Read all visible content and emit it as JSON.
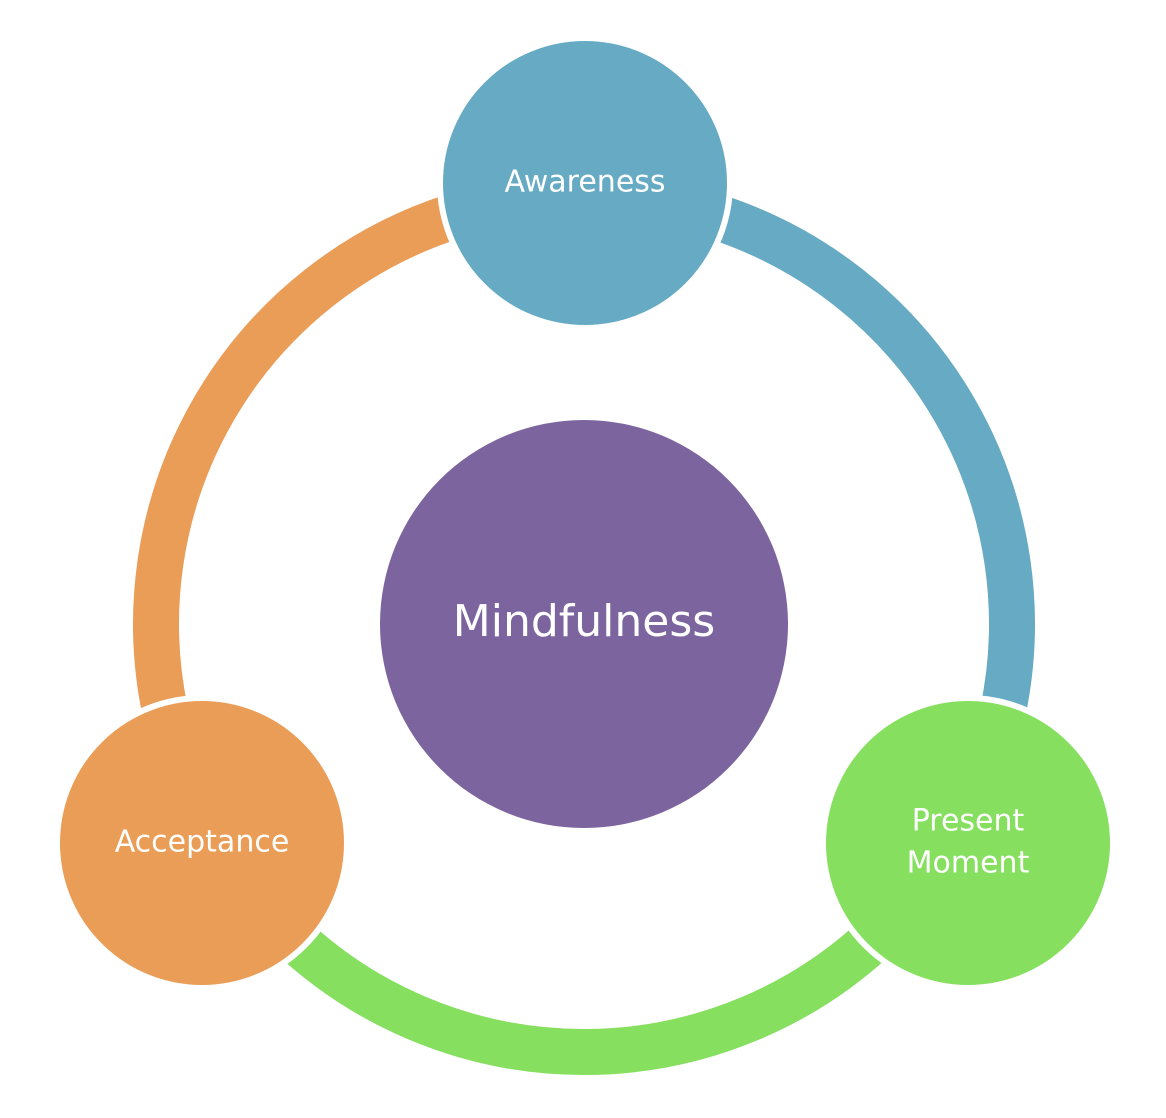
{
  "diagram": {
    "center": {
      "label": "Mindfulness",
      "color": "#7C659E"
    },
    "nodes": [
      {
        "id": "awareness",
        "label_lines": [
          "Awareness"
        ],
        "color": "#66AAC4"
      },
      {
        "id": "present-moment",
        "label_lines": [
          "Present",
          "Moment"
        ],
        "color": "#86DF5F"
      },
      {
        "id": "acceptance",
        "label_lines": [
          "Acceptance"
        ],
        "color": "#EA9D57"
      }
    ],
    "connectors": [
      {
        "from": "awareness",
        "to": "present-moment",
        "color": "#66AAC4"
      },
      {
        "from": "present-moment",
        "to": "acceptance",
        "color": "#86DF5F"
      },
      {
        "from": "acceptance",
        "to": "awareness",
        "color": "#EA9D57"
      }
    ]
  }
}
